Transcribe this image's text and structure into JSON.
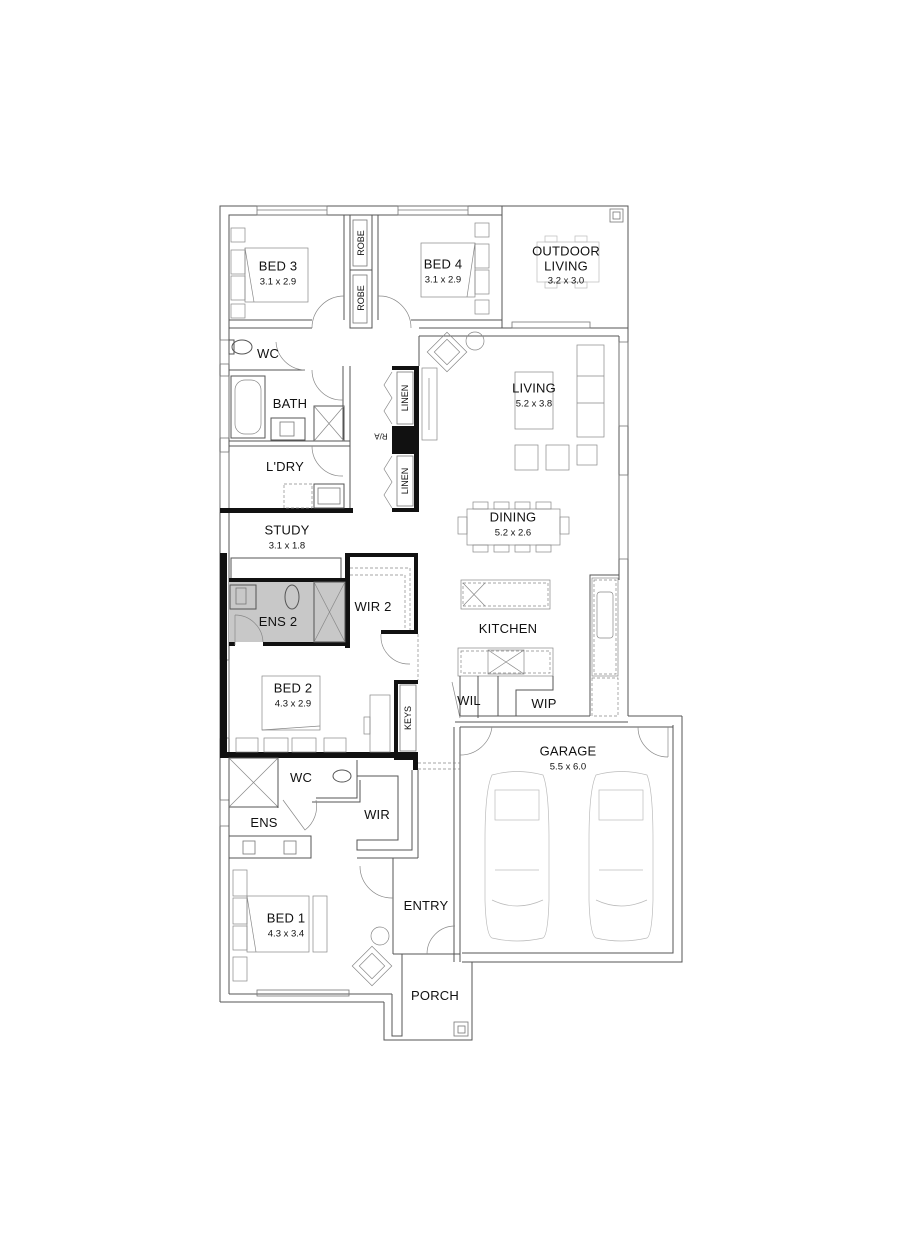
{
  "plan": {
    "rooms": [
      {
        "id": "bed3",
        "name": "BED 3",
        "size": "3.1 x 2.9"
      },
      {
        "id": "bed4",
        "name": "BED 4",
        "size": "3.1 x 2.9"
      },
      {
        "id": "outdoor",
        "name": "OUTDOOR\nLIVING",
        "name_line1": "OUTDOOR",
        "name_line2": "LIVING",
        "size": "3.2 x 3.0"
      },
      {
        "id": "wc_top",
        "name": "WC"
      },
      {
        "id": "bath",
        "name": "BATH"
      },
      {
        "id": "laundry",
        "name": "L'DRY"
      },
      {
        "id": "living",
        "name": "LIVING",
        "size": "5.2 x 3.8"
      },
      {
        "id": "dining",
        "name": "DINING",
        "size": "5.2 x 2.6"
      },
      {
        "id": "study",
        "name": "STUDY",
        "size": "3.1 x 1.8"
      },
      {
        "id": "ens2",
        "name": "ENS 2"
      },
      {
        "id": "wir2",
        "name": "WIR 2"
      },
      {
        "id": "kitchen",
        "name": "KITCHEN"
      },
      {
        "id": "bed2",
        "name": "BED 2",
        "size": "4.3 x 2.9"
      },
      {
        "id": "wil",
        "name": "WIL"
      },
      {
        "id": "wip",
        "name": "WIP"
      },
      {
        "id": "garage",
        "name": "GARAGE",
        "size": "5.5 x 6.0"
      },
      {
        "id": "wc_ens",
        "name": "WC"
      },
      {
        "id": "ens",
        "name": "ENS"
      },
      {
        "id": "wir",
        "name": "WIR"
      },
      {
        "id": "entry",
        "name": "ENTRY"
      },
      {
        "id": "bed1",
        "name": "BED 1",
        "size": "4.3 x 3.4"
      },
      {
        "id": "porch",
        "name": "PORCH"
      }
    ],
    "storage_labels": {
      "robe_1": "ROBE",
      "robe_2": "ROBE",
      "linen_1": "LINEN",
      "linen_2": "LINEN",
      "keys": "KEYS",
      "ra": "R/A"
    },
    "colors": {
      "wall": "#555555",
      "solid_wall": "#111111",
      "ensuite_fill": "#c8c8c8",
      "furniture": "#888888",
      "car_outline": "#bbbbbb",
      "background": "#ffffff"
    }
  }
}
